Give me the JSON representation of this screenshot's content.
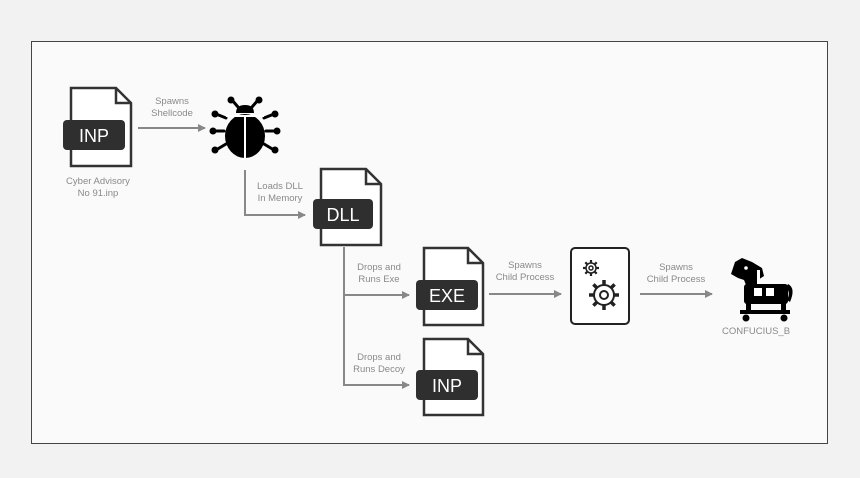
{
  "files": {
    "inp_top": {
      "tag": "INP"
    },
    "dll": {
      "tag": "DLL"
    },
    "exe": {
      "tag": "EXE"
    },
    "inp_bottom": {
      "tag": "INP"
    }
  },
  "captions": {
    "source_file_line1": "Cyber Advisory",
    "source_file_line2": "No 91.inp",
    "malware_name": "CONFUCIUS_B"
  },
  "edges": {
    "spawns_shellcode": {
      "line1": "Spawns",
      "line2": "Shellcode"
    },
    "loads_dll": {
      "line1": "Loads DLL",
      "line2": "In Memory"
    },
    "drops_exe": {
      "line1": "Drops and",
      "line2": "Runs Exe"
    },
    "drops_decoy": {
      "line1": "Drops and",
      "line2": "Runs Decoy"
    },
    "spawns_child_1": {
      "line1": "Spawns",
      "line2": "Child Process"
    },
    "spawns_child_2": {
      "line1": "Spawns",
      "line2": "Child Process"
    }
  },
  "icons": {
    "bug": "bug-icon",
    "process": "gear-process-icon",
    "trojan": "trojan-horse-icon",
    "file": "document-icon"
  },
  "colors": {
    "outline": "#333333",
    "tag_fill": "#2f2f2f",
    "arrow": "#888888",
    "label": "#8a8a8a"
  }
}
